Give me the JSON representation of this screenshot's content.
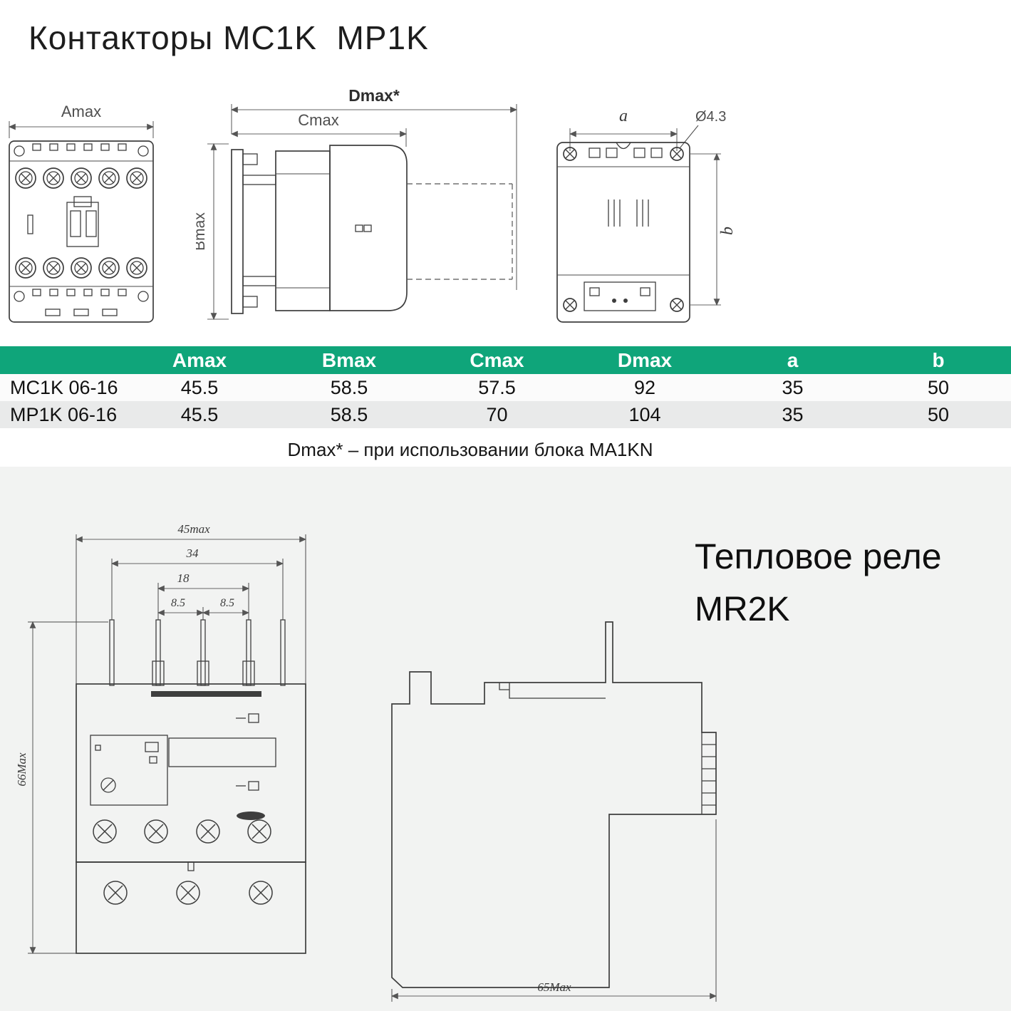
{
  "page": {
    "title": "Контакторы MC1K  MP1K",
    "note": "Dmax* – при использовании блока MA1KN",
    "background": "#ffffff",
    "lower_background": "#f2f3f2"
  },
  "contactor": {
    "front_view": {
      "width_dim": "Amax"
    },
    "side_view": {
      "total_depth_dim": "Dmax*",
      "depth_dim": "Cmax",
      "height_dim": "Bmax"
    },
    "rear_view": {
      "hole_pitch_dim": "a",
      "hole_diameter": "Ø4.3",
      "height_pitch_dim": "b"
    }
  },
  "table": {
    "header_color": "#0fa57a",
    "alt_row_color": "#e9eaea",
    "headers": [
      "",
      "Amax",
      "Bmax",
      "Cmax",
      "Dmax",
      "a",
      "b"
    ],
    "rows": [
      [
        "MC1K 06-16",
        "45.5",
        "58.5",
        "57.5",
        "92",
        "35",
        "50"
      ],
      [
        "MP1K 06-16",
        "45.5",
        "58.5",
        "70",
        "104",
        "35",
        "50"
      ]
    ]
  },
  "relay": {
    "title_line1": "Тепловое реле",
    "title_line2": "MR2K",
    "front_view": {
      "width_dim": "45max",
      "pitch_outer_dim": "34",
      "pitch_mid_dim": "18",
      "pitch_left_dim": "8.5",
      "pitch_right_dim": "8.5",
      "height_dim": "66Max"
    },
    "side_view": {
      "depth_dim": "65Max"
    }
  }
}
